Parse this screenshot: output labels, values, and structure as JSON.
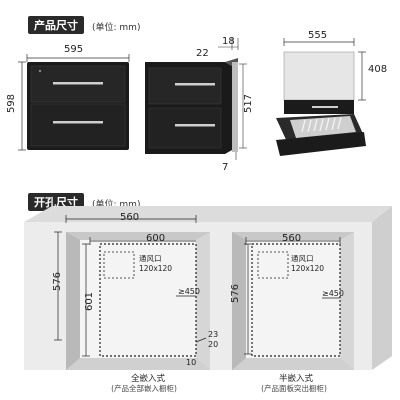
{
  "product_section": {
    "title": "产品尺寸",
    "unit": "(单位: mm)",
    "front_width": "595",
    "front_height": "598",
    "side_depth": "22",
    "side_thickness": "18",
    "side_height": "517",
    "side_bottom": "7",
    "open_depth": "555",
    "open_height": "408"
  },
  "cutout_section": {
    "title": "开孔尺寸",
    "unit": "(单位: mm)",
    "left": {
      "outer_width": "560",
      "inner_width": "600",
      "outer_height": "576",
      "inner_height": "601",
      "gap_450": "≥450",
      "vent_label": "通风口",
      "vent_size": "120x120",
      "dim_23": "23",
      "dim_20": "20",
      "dim_10": "10",
      "caption": "全嵌入式",
      "caption_sub": "(产品全部嵌入橱柜)"
    },
    "right": {
      "width": "560",
      "height": "576",
      "gap_450": "≥450",
      "vent_label": "通风口",
      "vent_size": "120x120",
      "caption": "半嵌入式",
      "caption_sub": "(产品面板突出橱柜)"
    }
  },
  "colors": {
    "cabinet": "#e8e8e8",
    "cabinet_dark": "#c9c9c9",
    "appliance": "#1b1b1b",
    "handle": "#d0d0d0"
  }
}
